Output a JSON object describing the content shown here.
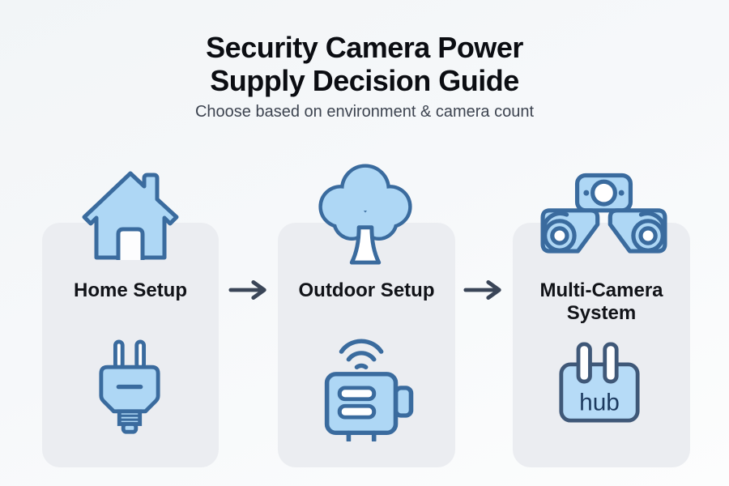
{
  "header": {
    "title_line1": "Security Camera Power",
    "title_line2": "Supply Decision Guide",
    "subtitle": "Choose based on environment & camera count"
  },
  "columns": [
    {
      "label": "Home Setup",
      "environment_icon": "house-icon",
      "power_icon": "power-plug-icon"
    },
    {
      "label": "Outdoor Setup",
      "environment_icon": "tree-icon",
      "power_icon": "wifi-power-adapter-icon"
    },
    {
      "label": "Multi-Camera System",
      "environment_icon": "multi-camera-icon",
      "power_icon": "power-hub-icon",
      "hub_text": "hub"
    }
  ],
  "flow": {
    "arrow_count": 2,
    "direction": "left-to-right"
  },
  "colors": {
    "icon_fill": "#aed7f5",
    "icon_stroke": "#3a6b9e",
    "arrow": "#3a4557",
    "card_bg": "#ebedf1",
    "title_text": "#0b0d12",
    "subtitle_text": "#3d4450",
    "hub_text": "#1d3a5f"
  }
}
